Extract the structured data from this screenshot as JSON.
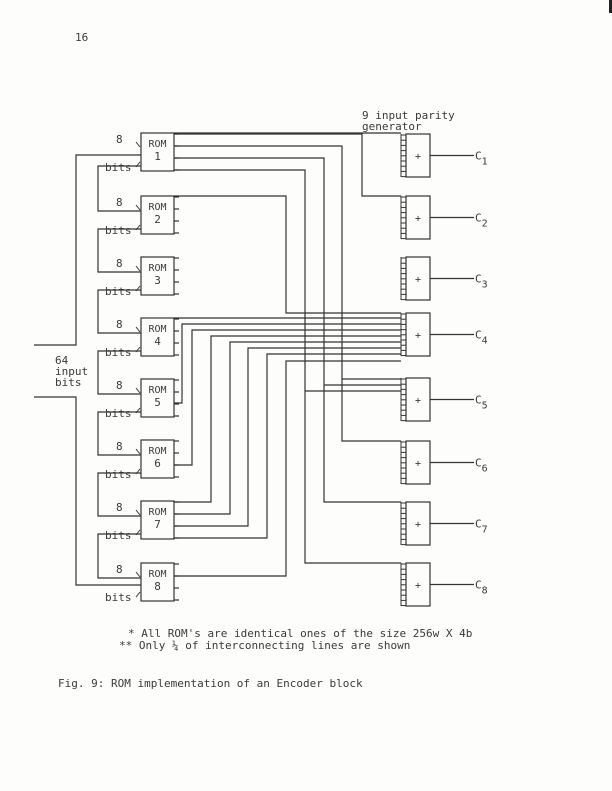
{
  "page": {
    "number": "16"
  },
  "diagram": {
    "parity_title_line1": "9 input parity",
    "parity_title_line2": "generator",
    "input_label_line1": "64",
    "input_label_line2": "input",
    "input_label_line3": "bits",
    "bus_width_label": "8",
    "bits_label": "bits",
    "rom_label": "ROM",
    "roms": [
      "1",
      "2",
      "3",
      "4",
      "5",
      "6",
      "7",
      "8"
    ],
    "parity_symbol": "+",
    "parity_outputs": [
      {
        "name": "C",
        "sub": "1"
      },
      {
        "name": "C",
        "sub": "2"
      },
      {
        "name": "C",
        "sub": "3"
      },
      {
        "name": "C",
        "sub": "4"
      },
      {
        "name": "C",
        "sub": "5"
      },
      {
        "name": "C",
        "sub": "6"
      },
      {
        "name": "C",
        "sub": "7"
      },
      {
        "name": "C",
        "sub": "8"
      }
    ]
  },
  "notes": {
    "note1": "* All ROM's are identical ones of the size 256w X 4b",
    "note2": "** Only ¼ of interconnecting lines are shown"
  },
  "caption": "Fig. 9: ROM implementation of an Encoder block"
}
